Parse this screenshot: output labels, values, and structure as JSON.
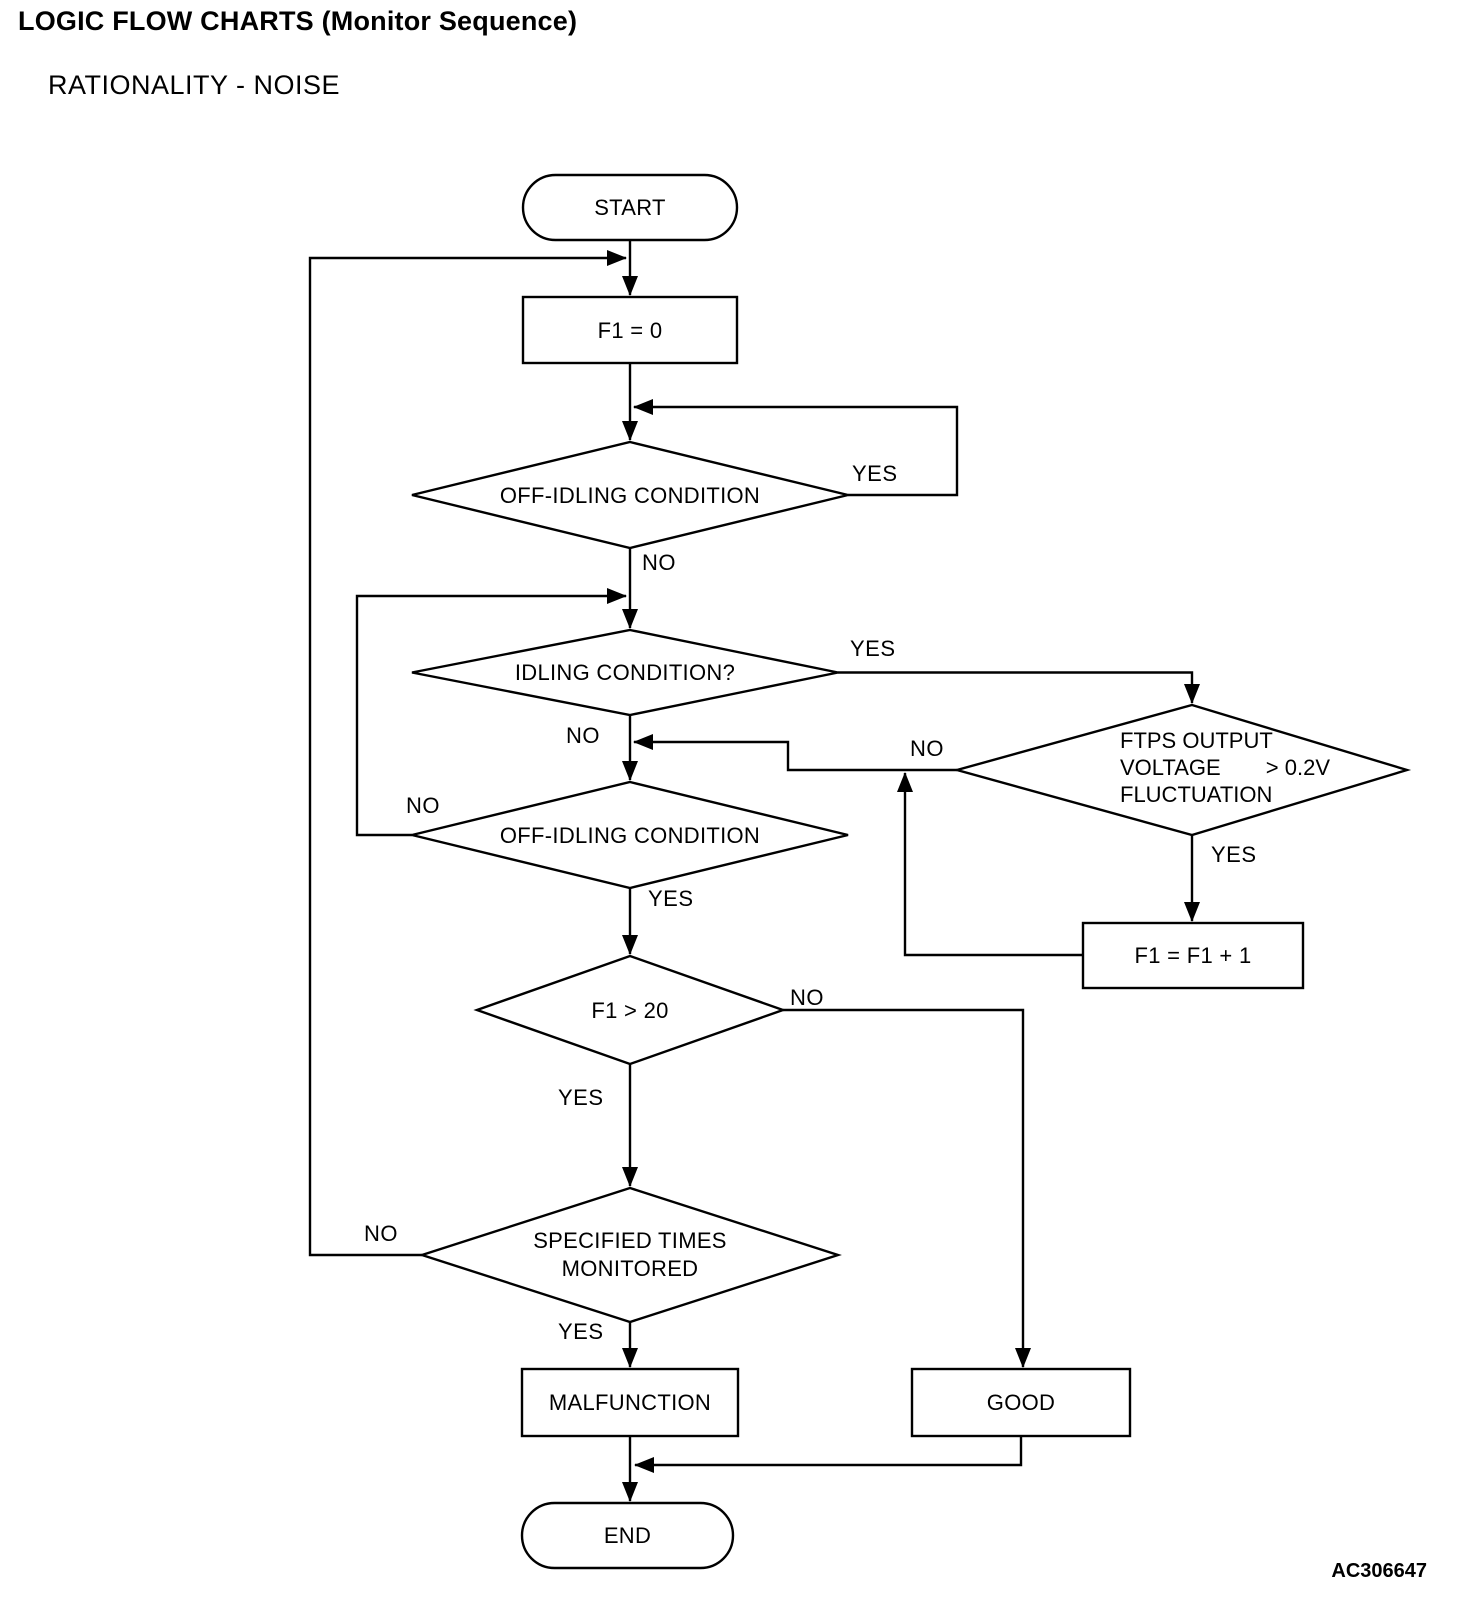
{
  "header": {
    "title": "LOGIC FLOW CHARTS (Monitor Sequence)",
    "subtitle": "RATIONALITY - NOISE"
  },
  "figure_code": "AC306647",
  "nodes": {
    "start": {
      "type": "terminator",
      "label": "START"
    },
    "f1_reset": {
      "type": "process",
      "label": "F1 = 0"
    },
    "off_idling_1": {
      "type": "decision",
      "label": "OFF-IDLING CONDITION"
    },
    "idling": {
      "type": "decision",
      "label": "IDLING CONDITION?"
    },
    "off_idling_2": {
      "type": "decision",
      "label": "OFF-IDLING CONDITION"
    },
    "ftps": {
      "type": "decision",
      "line1": "FTPS OUTPUT",
      "line2_left": "VOLTAGE",
      "line2_right": "> 0.2V",
      "line3": "FLUCTUATION"
    },
    "f1_increment": {
      "type": "process",
      "label": "F1 = F1 + 1"
    },
    "f1_gt_20": {
      "type": "decision",
      "label": "F1 > 20"
    },
    "specified_times": {
      "type": "decision",
      "label": "SPECIFIED TIMES\nMONITORED"
    },
    "malfunction": {
      "type": "process",
      "label": "MALFUNCTION"
    },
    "good": {
      "type": "process",
      "label": "GOOD"
    },
    "end": {
      "type": "terminator",
      "label": "END"
    }
  },
  "branch_labels": {
    "off_idling_1_yes": "YES",
    "off_idling_1_no": "NO",
    "idling_yes": "YES",
    "idling_no": "NO",
    "off_idling_2_no": "NO",
    "off_idling_2_yes": "YES",
    "ftps_no": "NO",
    "ftps_yes": "YES",
    "f1_gt_20_no": "NO",
    "f1_gt_20_yes": "YES",
    "specified_times_no": "NO",
    "specified_times_yes": "YES"
  }
}
